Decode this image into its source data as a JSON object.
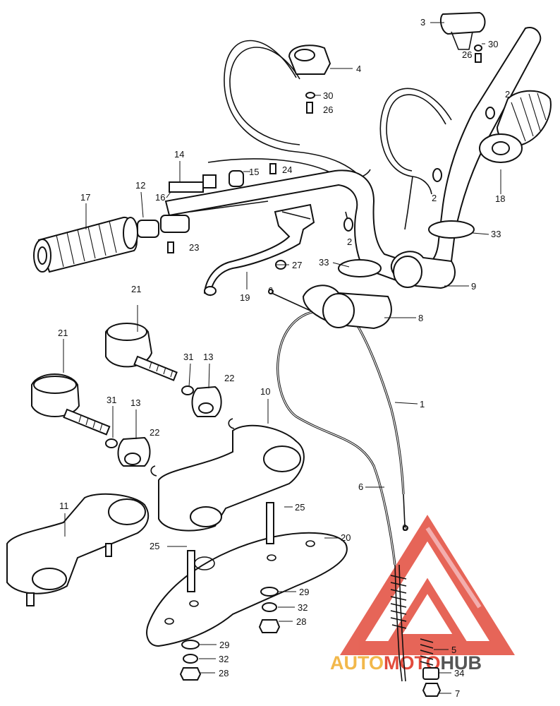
{
  "callouts": [
    "1",
    "2",
    "3",
    "4",
    "5",
    "6",
    "7",
    "8",
    "9",
    "10",
    "11",
    "12",
    "13",
    "14",
    "15",
    "16",
    "17",
    "18",
    "19",
    "20",
    "21",
    "22",
    "23",
    "24",
    "25",
    "26",
    "27",
    "28",
    "29",
    "30",
    "31",
    "32",
    "33",
    "34"
  ],
  "watermark": {
    "part1": "AUTO",
    "part2": "MOTO",
    "part3": "HUB",
    "color_gold": "#f2b84b",
    "color_red": "#e24b3c",
    "color_gray": "#555555"
  }
}
